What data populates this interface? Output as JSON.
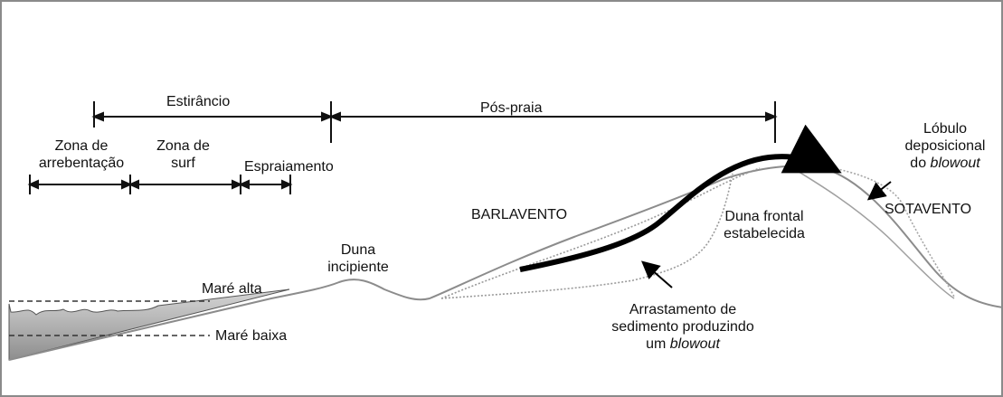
{
  "labels": {
    "estirancio": "Estirâncio",
    "pos_praia": "Pós-praia",
    "zona_arrebentacao_1": "Zona de",
    "zona_arrebentacao_2": "arrebentação",
    "zona_surf_1": "Zona de",
    "zona_surf_2": "surf",
    "espraiamento": "Espraiamento",
    "lobulo_1": "Lóbulo",
    "lobulo_2": "deposicional",
    "lobulo_3_prefix": "do ",
    "lobulo_3_em": "blowout",
    "barlavento": "BARLAVENTO",
    "sotavento": "SOTAVENTO",
    "duna_frontal_1": "Duna frontal",
    "duna_frontal_2": "estabelecida",
    "duna_incipiente_1": "Duna",
    "duna_incipiente_2": "incipiente",
    "mare_alta": "Maré alta",
    "mare_baixa": "Maré baixa",
    "arrastamento_1": "Arrastamento de",
    "arrastamento_2": "sedimento produzindo",
    "arrastamento_3_prefix": "um ",
    "arrastamento_3_em": "blowout"
  },
  "colors": {
    "profile_line": "#8c8c8c",
    "dotted_line": "#a0a0a0",
    "water_fill": "#c8c8c8",
    "arrow": "#000000",
    "frame": "#8a8a8a"
  }
}
